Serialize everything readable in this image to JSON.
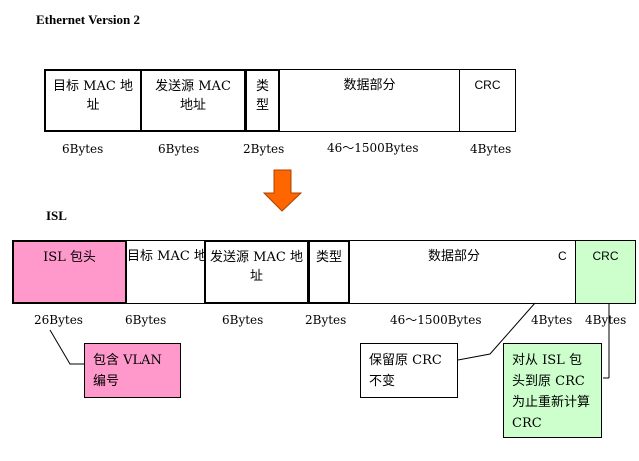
{
  "ethernet": {
    "title": "Ethernet Version 2",
    "fields": [
      {
        "label": "目标 MAC 地址",
        "size": "6Bytes"
      },
      {
        "label": "发送源 MAC 地址",
        "size": "6Bytes"
      },
      {
        "label": "类型",
        "size": "2Bytes"
      },
      {
        "label": "数据部分",
        "size": "46～1500Bytes"
      },
      {
        "label": "CRC",
        "size": "4Bytes"
      }
    ]
  },
  "isl": {
    "title": "ISL",
    "fields": [
      {
        "label": "ISL 包头",
        "size": "26Bytes"
      },
      {
        "label": "目标 MAC 地址",
        "size": "6Bytes"
      },
      {
        "label": "发送源 MAC 地址",
        "size": "6Bytes"
      },
      {
        "label": "类型",
        "size": "2Bytes"
      },
      {
        "label": "数据部分",
        "size": "46～1500Bytes"
      },
      {
        "label": "C",
        "size": "4Bytes"
      },
      {
        "label": "CRC",
        "size": "4Bytes"
      }
    ],
    "notes": {
      "vlan": "包含 VLAN 编号",
      "keep_crc": "保留原 CRC 不变",
      "new_crc": "对从 ISL 包头到原 CRC 为止重新计算 CRC"
    }
  },
  "colors": {
    "isl_header_fill": "#ff99cc",
    "new_crc_fill": "#ccffcc",
    "arrow_fill": "#ff6600"
  }
}
